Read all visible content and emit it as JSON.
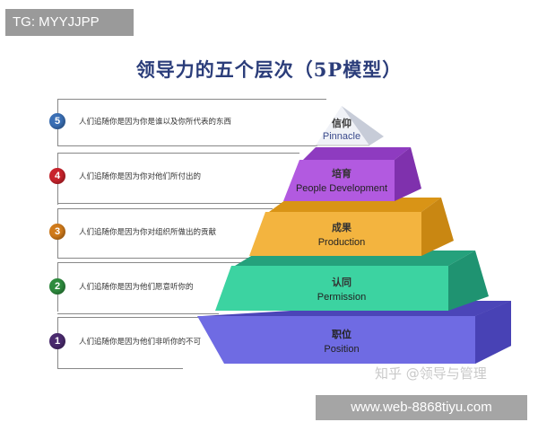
{
  "watermark_top": "TG: MYYJJPP",
  "title": "领导力的五个层次（5P模型）",
  "levels": [
    {
      "number": "5",
      "color": "#3a6fb5",
      "description": "人们追随你是因为你是谁以及你所代表的东西",
      "title_cn": "信仰",
      "title_en": "Pinnacle",
      "fill": "#e9ecf3"
    },
    {
      "number": "4",
      "color": "#c8232c",
      "description": "人们追随你是因为你对他们所付出的",
      "title_cn": "培育",
      "title_en": "People Development",
      "fill": "#b25ae0"
    },
    {
      "number": "3",
      "color": "#d07a1a",
      "description": "人们追随你是因为你对组织所做出的贡献",
      "title_cn": "成果",
      "title_en": "Production",
      "fill": "#f3b43f"
    },
    {
      "number": "2",
      "color": "#2e8b3e",
      "description": "人们追随你是因为他们愿意听你的",
      "title_cn": "认同",
      "title_en": "Permission",
      "fill": "#3cd3a1"
    },
    {
      "number": "1",
      "color": "#4a2a6e",
      "description": "人们追随你是因为他们非听你的不可",
      "title_cn": "职位",
      "title_en": "Position",
      "fill": "#6f6be3"
    }
  ],
  "watermark_zhihu": "知乎 @领导与管理",
  "watermark_bottom": "www.web-8868tiyu.com"
}
